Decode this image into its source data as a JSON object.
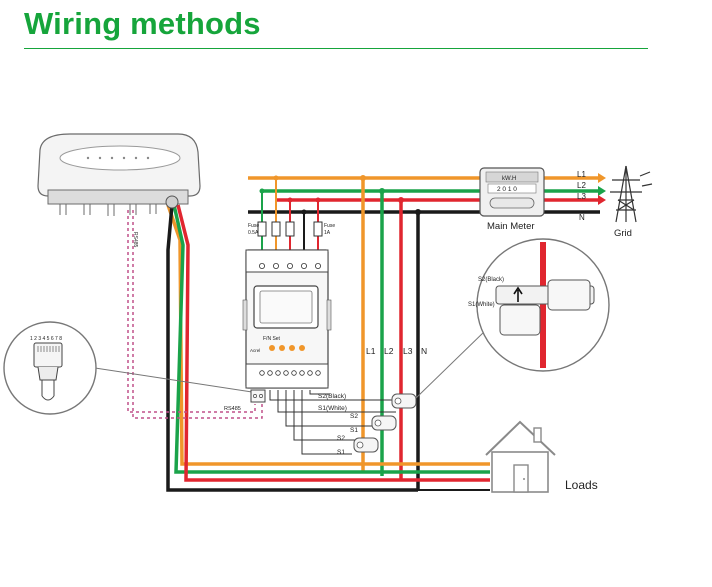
{
  "title": "Wiring methods",
  "labels": {
    "main_meter": "Main Meter",
    "grid": "Grid",
    "loads": "Loads",
    "meter_display": "kW.H",
    "meter_digits": "2 0 1 0",
    "line_l1": "L1",
    "line_l2": "L2",
    "line_l3": "L3",
    "line_n": "N",
    "vert_l1": "L1",
    "vert_l2": "L2",
    "vert_l3": "L3",
    "vert_n": "N",
    "fuse_left": "Fuse",
    "fuse_left_rating": "0.5A",
    "fuse_right": "Fuse",
    "fuse_right_rating": "1A",
    "rs485": "RS485",
    "inverter_port": "RS485",
    "connector_pins": "1 2 3 4 5 6 7 8",
    "s2_black": "S2(Black)",
    "s1_white": "S1(White)",
    "s2_a": "S2",
    "s1_a": "S1",
    "s2_b": "S2",
    "s1_b": "S1",
    "detail_s2": "S2(Black)",
    "detail_s1": "S1(White)",
    "meter_buttons_label": "F/N Set",
    "meter_brand": "Acrel"
  },
  "colors": {
    "title_green": "#16a53b",
    "orange": "#f0962a",
    "green": "#1aa34a",
    "red": "#e0262f",
    "black": "#1a1a1a",
    "comm_pink": "#c0508a"
  }
}
